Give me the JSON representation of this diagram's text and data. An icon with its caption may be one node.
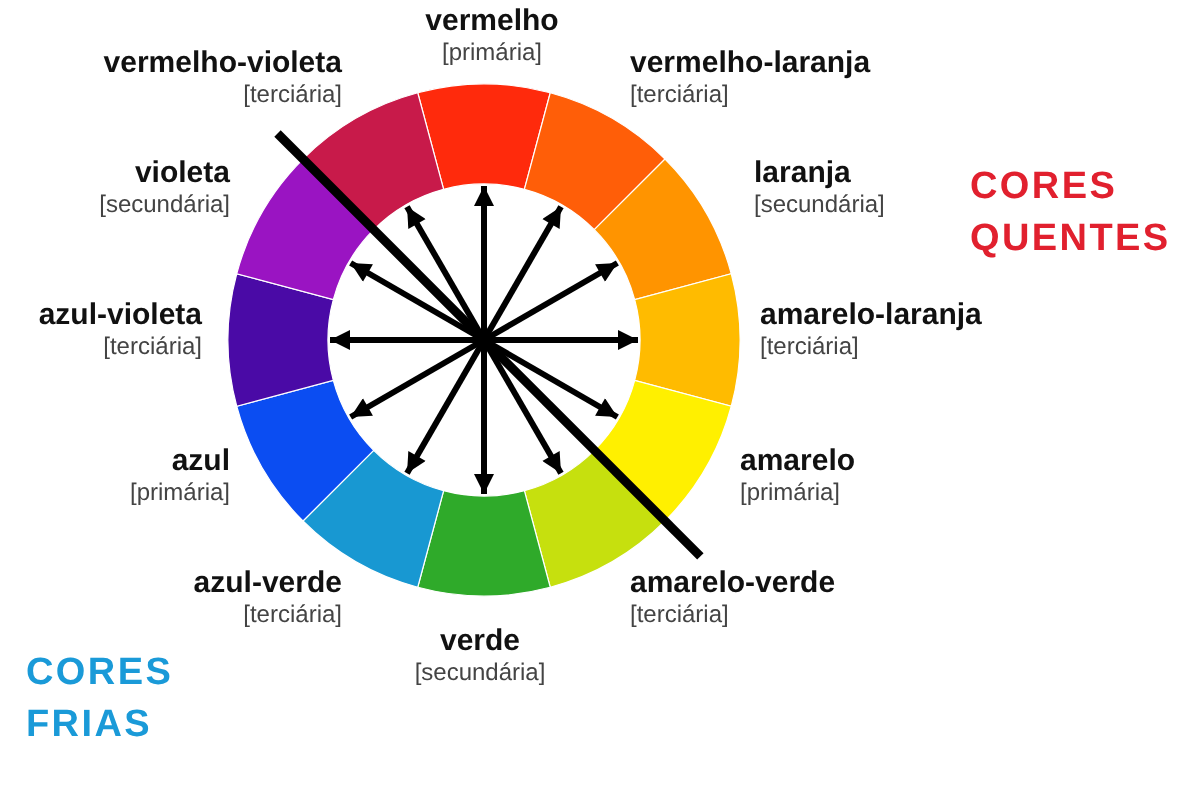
{
  "diagram": {
    "nodes": [
      {
        "text": [],
        "shape": "wedge",
        "beside": [
          "vermelho",
          "[primária]"
        ]
      },
      {
        "text": [],
        "shape": "wedge",
        "beside": [
          "vermelho-laranja",
          "[terciária]"
        ]
      },
      {
        "text": [],
        "shape": "wedge",
        "beside": [
          "laranja",
          "[secundária]"
        ]
      },
      {
        "text": [],
        "shape": "wedge",
        "beside": [
          "amarelo-laranja",
          "[terciária]"
        ]
      },
      {
        "text": [],
        "shape": "wedge",
        "beside": [
          "amarelo",
          "[primária]"
        ]
      },
      {
        "text": [],
        "shape": "wedge",
        "beside": [
          "amarelo-verde",
          "[terciária]"
        ]
      },
      {
        "text": [],
        "shape": "wedge",
        "beside": [
          "verde",
          "[secundária]"
        ]
      },
      {
        "text": [],
        "shape": "wedge",
        "beside": [
          "azul-verde",
          "[terciária]"
        ]
      },
      {
        "text": [],
        "shape": "wedge",
        "beside": [
          "azul",
          "[primária]"
        ]
      },
      {
        "text": [],
        "shape": "wedge",
        "beside": [
          "azul-violeta",
          "[terciária]"
        ]
      },
      {
        "text": [],
        "shape": "wedge",
        "beside": [
          "violeta",
          "[secundária]"
        ]
      },
      {
        "text": [],
        "shape": "wedge",
        "beside": [
          "vermelho-violeta",
          "[terciária]"
        ]
      }
    ],
    "edges": [
      {
        "from": null,
        "to": 0,
        "arrow": "to"
      },
      {
        "from": null,
        "to": 1,
        "arrow": "to"
      },
      {
        "from": null,
        "to": 2,
        "arrow": "to"
      },
      {
        "from": null,
        "to": 3,
        "arrow": "to"
      },
      {
        "from": null,
        "to": 4,
        "arrow": "to"
      },
      {
        "from": null,
        "to": 5,
        "arrow": "to"
      },
      {
        "from": null,
        "to": 6,
        "arrow": "to"
      },
      {
        "from": null,
        "to": 7,
        "arrow": "to"
      },
      {
        "from": null,
        "to": 8,
        "arrow": "to"
      },
      {
        "from": null,
        "to": 9,
        "arrow": "to"
      },
      {
        "from": null,
        "to": 10,
        "arrow": "to"
      },
      {
        "from": null,
        "to": 11,
        "arrow": "to"
      }
    ],
    "labels": [
      "CORES QUENTES",
      "CORES FRIAS"
    ]
  }
}
